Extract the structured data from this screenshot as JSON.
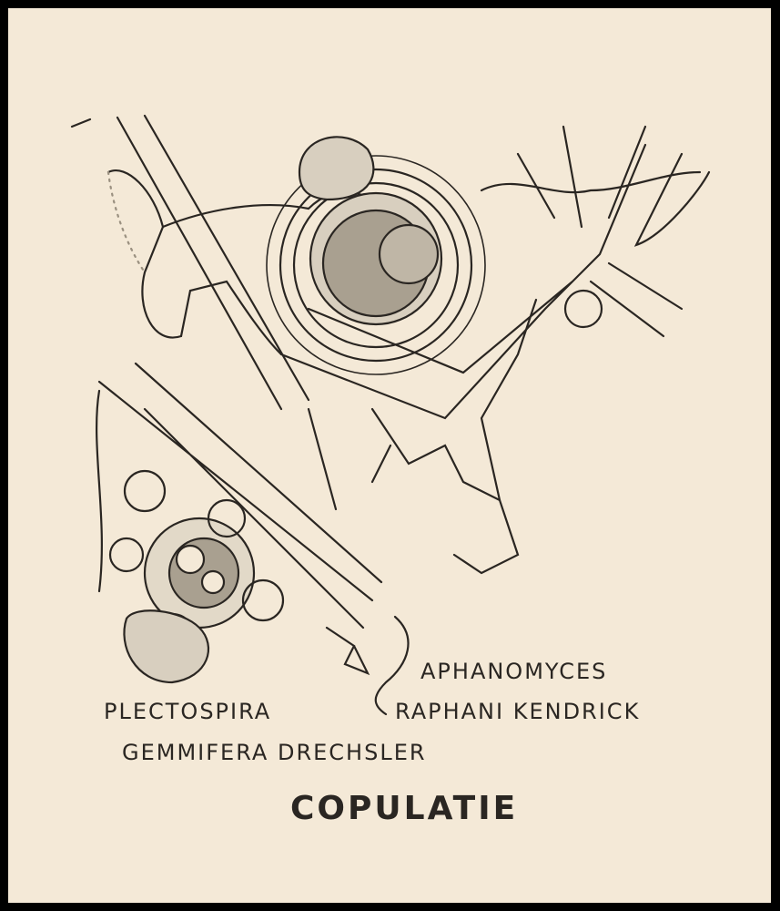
{
  "labels": {
    "species_1_genus": "APHANOMYCES",
    "species_1_rest": "RAPHANI KENDRICK",
    "species_2_genus": "PLECTOSPIRA",
    "species_2_rest": "GEMMIFERA DRECHSLER"
  },
  "title": "COPULATIE",
  "colors": {
    "paper": "#f4e9d7",
    "ink": "#2a2622",
    "frame": "#000000",
    "shade": "#9a9080"
  }
}
